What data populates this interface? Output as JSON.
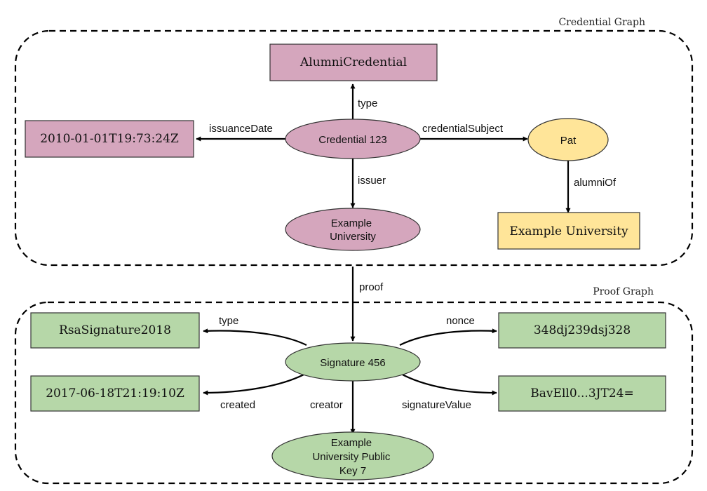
{
  "groups": {
    "credential": {
      "label": "Credential Graph"
    },
    "proof": {
      "label": "Proof Graph"
    }
  },
  "colors": {
    "credential_fill": "#d5a6bd",
    "subject_fill": "#ffe599",
    "proof_fill": "#b6d7a8",
    "stroke": "#333333"
  },
  "nodes": {
    "alumni_credential": "AlumniCredential",
    "issuance_date_value": "2010-01-01T19:73:24Z",
    "credential": "Credential 123",
    "pat": "Pat",
    "example_university_issuer": [
      "Example",
      "University"
    ],
    "example_university_alumni": "Example University",
    "rsa_signature": "RsaSignature2018",
    "nonce_value": "348dj239dsj328",
    "signature": "Signature 456",
    "created_value": "2017-06-18T21:19:10Z",
    "signature_value": "BavEll0...3JT24=",
    "public_key": [
      "Example",
      "University Public",
      "Key 7"
    ]
  },
  "edges": {
    "type": "type",
    "issuance_date": "issuanceDate",
    "credential_subject": "credentialSubject",
    "issuer": "issuer",
    "alumni_of": "alumniOf",
    "proof": "proof",
    "proof_type": "type",
    "nonce": "nonce",
    "created": "created",
    "creator": "creator",
    "signature_value": "signatureValue"
  }
}
